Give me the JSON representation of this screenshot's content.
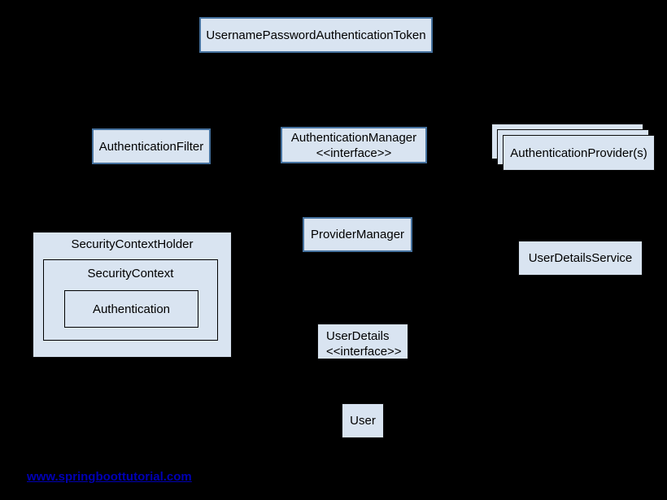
{
  "diagram": {
    "boxes": {
      "token": {
        "label": "UsernamePasswordAuthenticationToken"
      },
      "authentication_filter": {
        "label": "AuthenticationFilter"
      },
      "authentication_manager": {
        "label": "AuthenticationManager",
        "stereotype": "<<interface>>"
      },
      "authentication_providers": {
        "label": "AuthenticationProvider(s)"
      },
      "provider_manager": {
        "label": "ProviderManager"
      },
      "user_details_service": {
        "label": "UserDetailsService"
      },
      "security_context_holder": {
        "label": "SecurityContextHolder"
      },
      "security_context": {
        "label": "SecurityContext"
      },
      "authentication": {
        "label": "Authentication"
      },
      "user_details": {
        "label": "UserDetails",
        "stereotype": "<<interface>>"
      },
      "user": {
        "label": "User"
      }
    },
    "footer": {
      "link_text": "www.springboottutorial.com"
    },
    "colors": {
      "background": "#000000",
      "box_fill": "#d9e4f1",
      "box_border_blue": "#46729f",
      "box_border_dark": "#0d0d0d",
      "text": "#000000",
      "link": "#0000b4"
    }
  }
}
